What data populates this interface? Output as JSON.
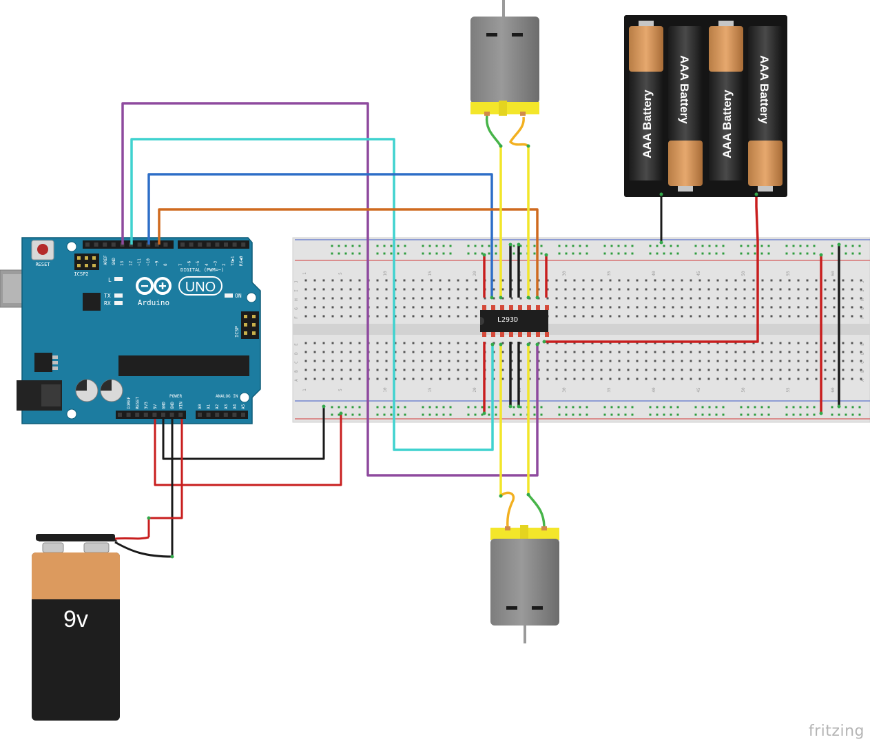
{
  "arduino": {
    "reset": "RESET",
    "icsp2": "ICSP2",
    "icsp": "ICSP",
    "brand": "Arduino",
    "model": "UNO",
    "led_l": "L",
    "led_tx": "TX",
    "led_rx": "RX",
    "led_on": "ON",
    "aref": "AREF",
    "gnd": "GND",
    "digital_pins": [
      "13",
      "12",
      "~11",
      "~10",
      "~9",
      "8",
      "7",
      "~6",
      "~5",
      "4",
      "~3",
      "2",
      "TX▶1",
      "RX◀0"
    ],
    "digital_label": "DIGITAL (PWM=~)",
    "power_pins": [
      "IOREF",
      "RESET",
      "3V3",
      "5V",
      "GND",
      "GND",
      "VIN"
    ],
    "power_label": "POWER",
    "analog_pins": [
      "A0",
      "A1",
      "A2",
      "A3",
      "A4",
      "A5"
    ],
    "analog_label": "ANALOG IN"
  },
  "breadboard": {
    "row_letters_top": [
      "J",
      "I",
      "H",
      "G",
      "F"
    ],
    "row_letters_bottom": [
      "E",
      "D",
      "C",
      "B",
      "A"
    ],
    "column_numbers": [
      "1",
      "5",
      "10",
      "15",
      "20",
      "25",
      "30",
      "35",
      "40",
      "45",
      "50",
      "55",
      "60"
    ]
  },
  "chip": {
    "label": "L293D"
  },
  "battery_pack": {
    "cell_label": "AAA Battery"
  },
  "battery_9v": {
    "label": "9v"
  },
  "watermark": "fritzing",
  "colors": {
    "board": "#1c7ca0",
    "wire_purple": "#8e4a9e",
    "wire_cyan": "#3fd2cf",
    "wire_blue": "#2d6ec7",
    "wire_orange": "#cf6a1f",
    "wire_red": "#c81e1e",
    "wire_black": "#1a1a1a",
    "wire_yellow": "#f2e62a",
    "wire_green": "#47b449",
    "motor_cap": "#f3e62a"
  }
}
